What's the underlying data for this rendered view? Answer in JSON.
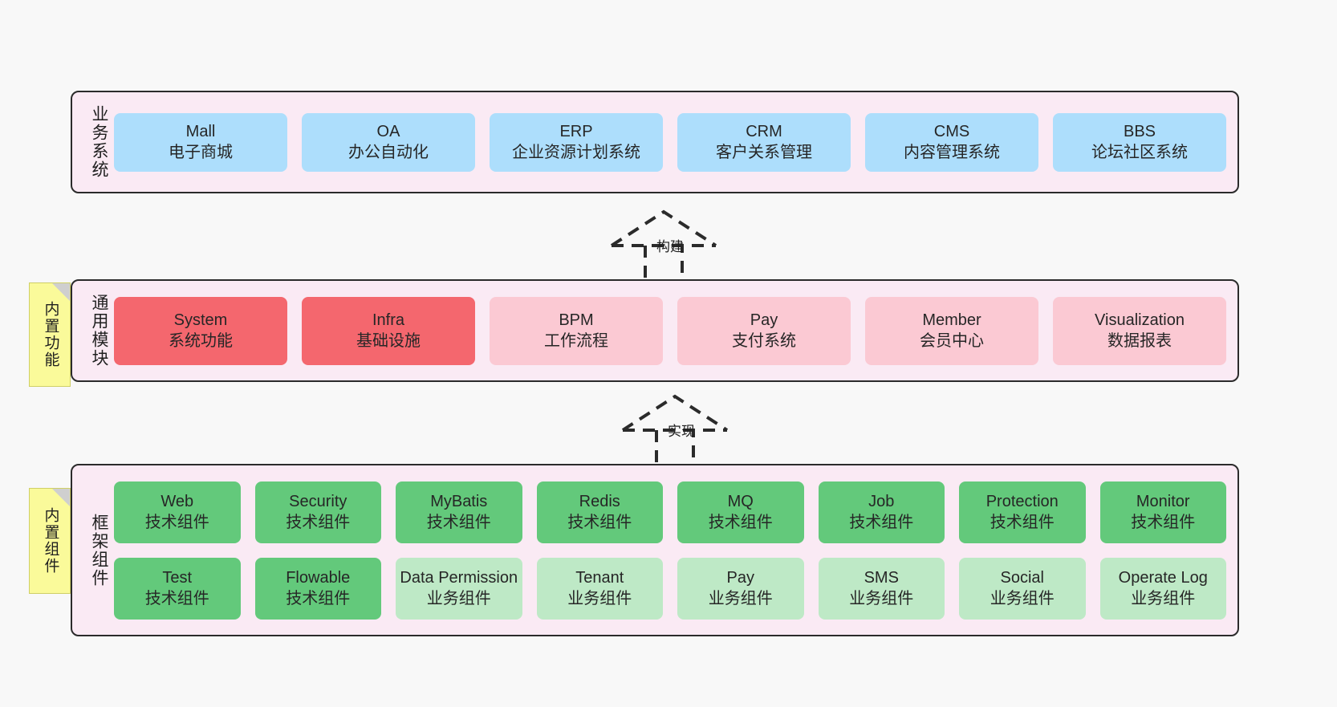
{
  "diagram": {
    "title": "",
    "background": "#f8f8f8",
    "colors": {
      "layer_background": "#faeaf4",
      "layer_border": "#2b2b2b",
      "business_card": "#addefc",
      "common_core_card": "#f4676e",
      "common_card": "#fbc9d3",
      "tech_component_card": "#63c97b",
      "biz_component_card": "#bee9c6",
      "note_background": "#fafa9a",
      "note_fold": "#cfcfcf"
    }
  },
  "layers": {
    "business": {
      "title": "业务系统",
      "cards": [
        {
          "name": "Mall",
          "desc": "电子商城"
        },
        {
          "name": "OA",
          "desc": "办公自动化"
        },
        {
          "name": "ERP",
          "desc": "企业资源计划系统"
        },
        {
          "name": "CRM",
          "desc": "客户关系管理"
        },
        {
          "name": "CMS",
          "desc": "内容管理系统"
        },
        {
          "name": "BBS",
          "desc": "论坛社区系统"
        }
      ]
    },
    "common": {
      "title": "通用模块",
      "note": "内置功能",
      "cards": [
        {
          "name": "System",
          "desc": "系统功能"
        },
        {
          "name": "Infra",
          "desc": "基础设施"
        },
        {
          "name": "BPM",
          "desc": "工作流程"
        },
        {
          "name": "Pay",
          "desc": "支付系统"
        },
        {
          "name": "Member",
          "desc": "会员中心"
        },
        {
          "name": "Visualization",
          "desc": "数据报表"
        }
      ]
    },
    "framework": {
      "title": "框架组件",
      "note": "内置组件",
      "row1": [
        {
          "name": "Web",
          "desc": "技术组件"
        },
        {
          "name": "Security",
          "desc": "技术组件"
        },
        {
          "name": "MyBatis",
          "desc": "技术组件"
        },
        {
          "name": "Redis",
          "desc": "技术组件"
        },
        {
          "name": "MQ",
          "desc": "技术组件"
        },
        {
          "name": "Job",
          "desc": "技术组件"
        },
        {
          "name": "Protection",
          "desc": "技术组件"
        },
        {
          "name": "Monitor",
          "desc": "技术组件"
        }
      ],
      "row2": [
        {
          "name": "Test",
          "desc": "技术组件"
        },
        {
          "name": "Flowable",
          "desc": "技术组件"
        },
        {
          "name": "Data Permission",
          "desc": "业务组件"
        },
        {
          "name": "Tenant",
          "desc": "业务组件"
        },
        {
          "name": "Pay",
          "desc": "业务组件"
        },
        {
          "name": "SMS",
          "desc": "业务组件"
        },
        {
          "name": "Social",
          "desc": "业务组件"
        },
        {
          "name": "Operate Log",
          "desc": "业务组件"
        }
      ]
    }
  },
  "connectors": [
    {
      "id": "build",
      "label": "构建",
      "style": "dashed-generalization",
      "direction": "up"
    },
    {
      "id": "impl",
      "label": "实现",
      "style": "dashed-generalization",
      "direction": "up"
    }
  ]
}
